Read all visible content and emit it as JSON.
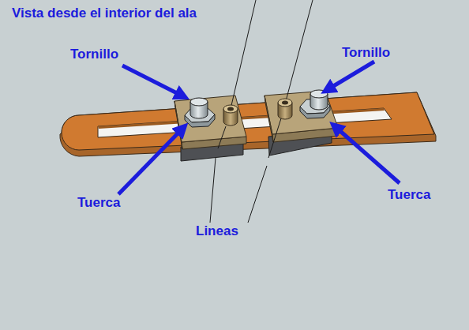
{
  "diagram": {
    "title": "Vista desde el interior del ala",
    "labels": [
      "Tornillo",
      "Tornillo",
      "Tuerca",
      "Tuerca",
      "Lineas"
    ]
  }
}
